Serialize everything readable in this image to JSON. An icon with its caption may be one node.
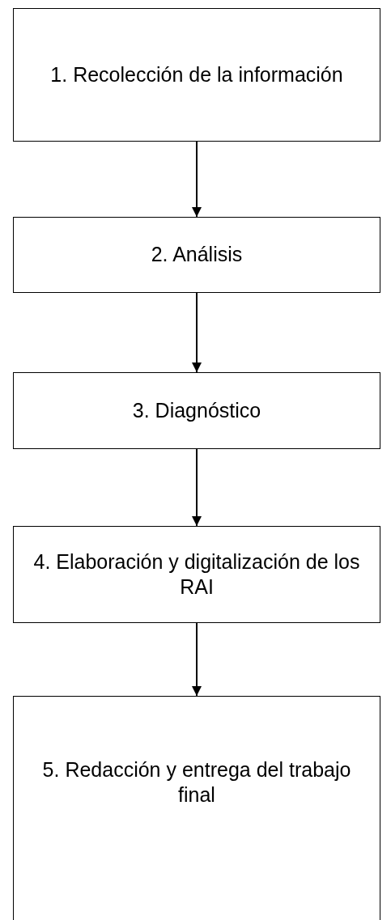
{
  "diagram": {
    "nodes": [
      {
        "text": [
          "1. Recolección de la información"
        ]
      },
      {
        "text": [
          "2. Análisis"
        ]
      },
      {
        "text": [
          "3. Diagnóstico"
        ]
      },
      {
        "text": [
          "4. Elaboración y digitalización de los RAI"
        ]
      },
      {
        "text": [
          "5. Redacción y entrega del trabajo final"
        ]
      }
    ],
    "edges": [
      {
        "from": 0,
        "to": 1,
        "arrow": "to"
      },
      {
        "from": 1,
        "to": 2,
        "arrow": "to"
      },
      {
        "from": 2,
        "to": 3,
        "arrow": "to"
      },
      {
        "from": 3,
        "to": 4,
        "arrow": "to"
      }
    ]
  }
}
